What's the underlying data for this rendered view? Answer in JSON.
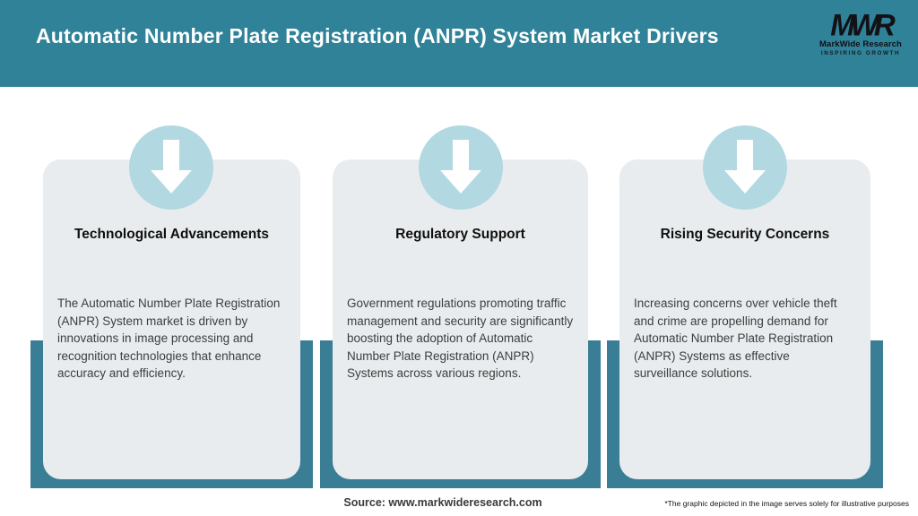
{
  "header": {
    "title": "Automatic Number Plate Registration (ANPR) System Market Drivers",
    "logo": {
      "monogram": "MWR",
      "name": "MarkWide Research",
      "tagline": "INSPIRING GROWTH"
    }
  },
  "cards": [
    {
      "icon": "down-arrow-icon",
      "title": "Technological Advancements",
      "body": "The Automatic Number Plate Registration (ANPR) System market is driven by innovations in image processing and recognition technologies that enhance accuracy and efficiency."
    },
    {
      "icon": "down-arrow-icon",
      "title": "Regulatory Support",
      "body": "Government regulations promoting traffic management and security are significantly boosting the adoption of Automatic Number Plate Registration (ANPR) Systems across various regions."
    },
    {
      "icon": "down-arrow-icon",
      "title": "Rising Security Concerns",
      "body": "Increasing concerns over vehicle theft and crime are propelling demand for Automatic Number Plate Registration (ANPR) Systems as effective surveillance solutions."
    }
  ],
  "footer": {
    "source": "Source: www.markwideresearch.com",
    "disclaimer": "*The graphic depicted in the image serves solely for illustrative purposes"
  },
  "colors": {
    "header_teal": "#2F8298",
    "backdrop_teal": "#3A7E96",
    "circle_blue": "#B2D8E2",
    "card_gray": "#E9ECEE",
    "title_white": "#FFFFFF"
  }
}
